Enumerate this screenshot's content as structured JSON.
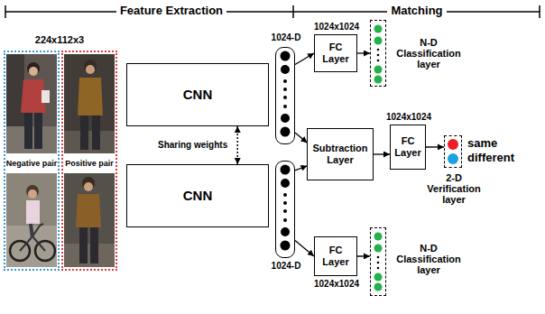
{
  "diagram": {
    "nodes": [
      {
        "text": [
          "Negative pair"
        ]
      },
      {
        "text": [
          "Positive pair"
        ]
      },
      {
        "text": [
          "CNN"
        ]
      },
      {
        "text": [
          "CNN"
        ]
      },
      {
        "text": [
          "1024-D"
        ]
      },
      {
        "text": [
          "1024-D"
        ]
      },
      {
        "text": [
          "1024x1024",
          "FC Layer"
        ]
      },
      {
        "text": [
          "N-D Classification layer"
        ]
      },
      {
        "text": [
          "Subtraction Layer"
        ]
      },
      {
        "text": [
          "1024x1024",
          "FC Layer"
        ]
      },
      {
        "text": [
          "same",
          "different",
          "2-D Verification layer"
        ]
      },
      {
        "text": [
          "FC Layer",
          "1024x1024"
        ]
      },
      {
        "text": [
          "N-D Classification layer"
        ]
      }
    ],
    "edges": [
      {
        "from": 2,
        "to": 3,
        "arrow": "both",
        "label": "Sharing weights"
      },
      {
        "from": 4,
        "to": 6,
        "arrow": "to"
      },
      {
        "from": 4,
        "to": 8,
        "arrow": "to"
      },
      {
        "from": 5,
        "to": 8,
        "arrow": "to"
      },
      {
        "from": 5,
        "to": 11,
        "arrow": "to"
      },
      {
        "from": 6,
        "to": 7,
        "arrow": "to"
      },
      {
        "from": 8,
        "to": 9,
        "arrow": "to"
      },
      {
        "from": 9,
        "to": 10,
        "arrow": "to"
      },
      {
        "from": 11,
        "to": 12,
        "arrow": "to"
      }
    ],
    "labels": [
      "Feature Extraction",
      "Matching",
      "224x112x3"
    ]
  }
}
